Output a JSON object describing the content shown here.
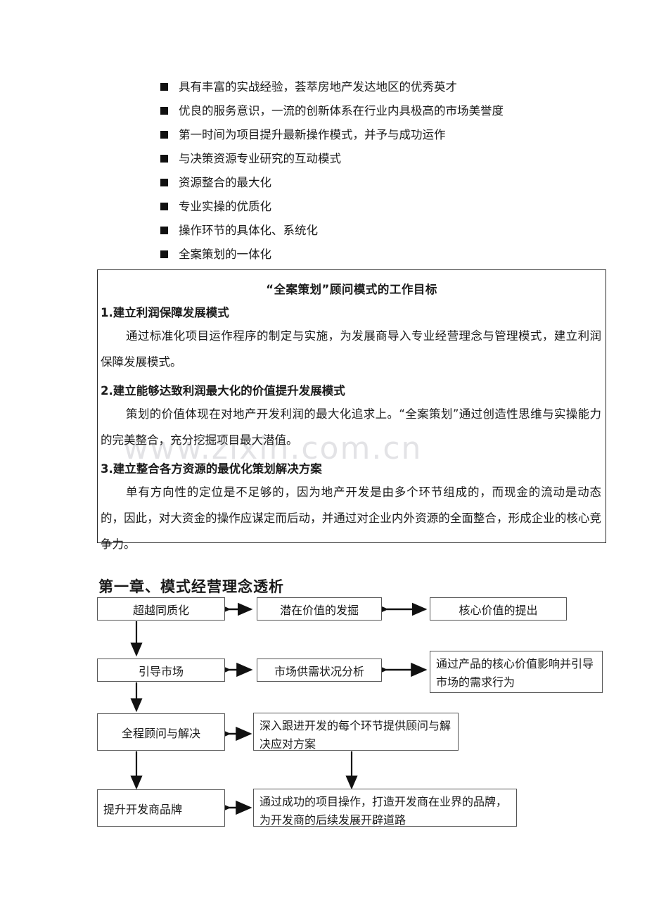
{
  "document": {
    "watermark": "www.zixin.com.cn",
    "bullets": [
      "具有丰富的实战经验，荟萃房地产发达地区的优秀英才",
      "优良的服务意识，一流的创新体系在行业内具极高的市场美誉度",
      "第一时间为项目提升最新操作模式，并予与成功运作",
      "与决策资源专业研究的互动模式",
      "资源整合的最大化",
      "专业实操的优质化",
      "操作环节的具体化、系统化",
      "全案策划的一体化"
    ],
    "goal_box": {
      "title": "“全案策划”顾问模式的工作目标",
      "items": [
        {
          "heading": "1.建立利润保障发展模式",
          "body": "通过标准化项目运作程序的制定与实施，为发展商导入专业经营理念与管理模式，建立利润保障发展模式。"
        },
        {
          "heading": "2.建立能够达致利润最大化的价值提升发展模式",
          "body": "策划的价值体现在对地产开发利润的最大化追求上。“全案策划”通过创造性思维与实操能力的完美整合，充分挖掘项目最大潜值。"
        },
        {
          "heading": "3.建立整合各方资源的最优化策划解决方案",
          "body": "单有方向性的定位是不足够的，因为地产开发是由多个环节组成的，而现金的流动是动态的，因此，对大资金的操作应谋定而后动，并通过对企业内外资源的全面整合，形成企业的核心竞争力。"
        }
      ]
    },
    "chapter_heading": "第一章、模式经营理念透析",
    "diagram": {
      "nodes": [
        {
          "id": "n1",
          "label": "超越同质化"
        },
        {
          "id": "n2",
          "label": "潜在价值的发掘"
        },
        {
          "id": "n3",
          "label": "核心价值的提出"
        },
        {
          "id": "n4",
          "label": "引导市场"
        },
        {
          "id": "n5",
          "label": "市场供需状况分析"
        },
        {
          "id": "n6",
          "label": "通过产品的核心价值影响并引导市场的需求行为"
        },
        {
          "id": "n7",
          "label": "全程顾问与解决"
        },
        {
          "id": "n8",
          "label": "深入跟进开发的每个环节提供顾问与解决应对方案"
        },
        {
          "id": "n9",
          "label": "提升开发商品牌"
        },
        {
          "id": "n10",
          "label": "通过成功的项目操作，打造开发商在业界的品牌，为开发商的后续发展开辟道路"
        }
      ]
    }
  }
}
